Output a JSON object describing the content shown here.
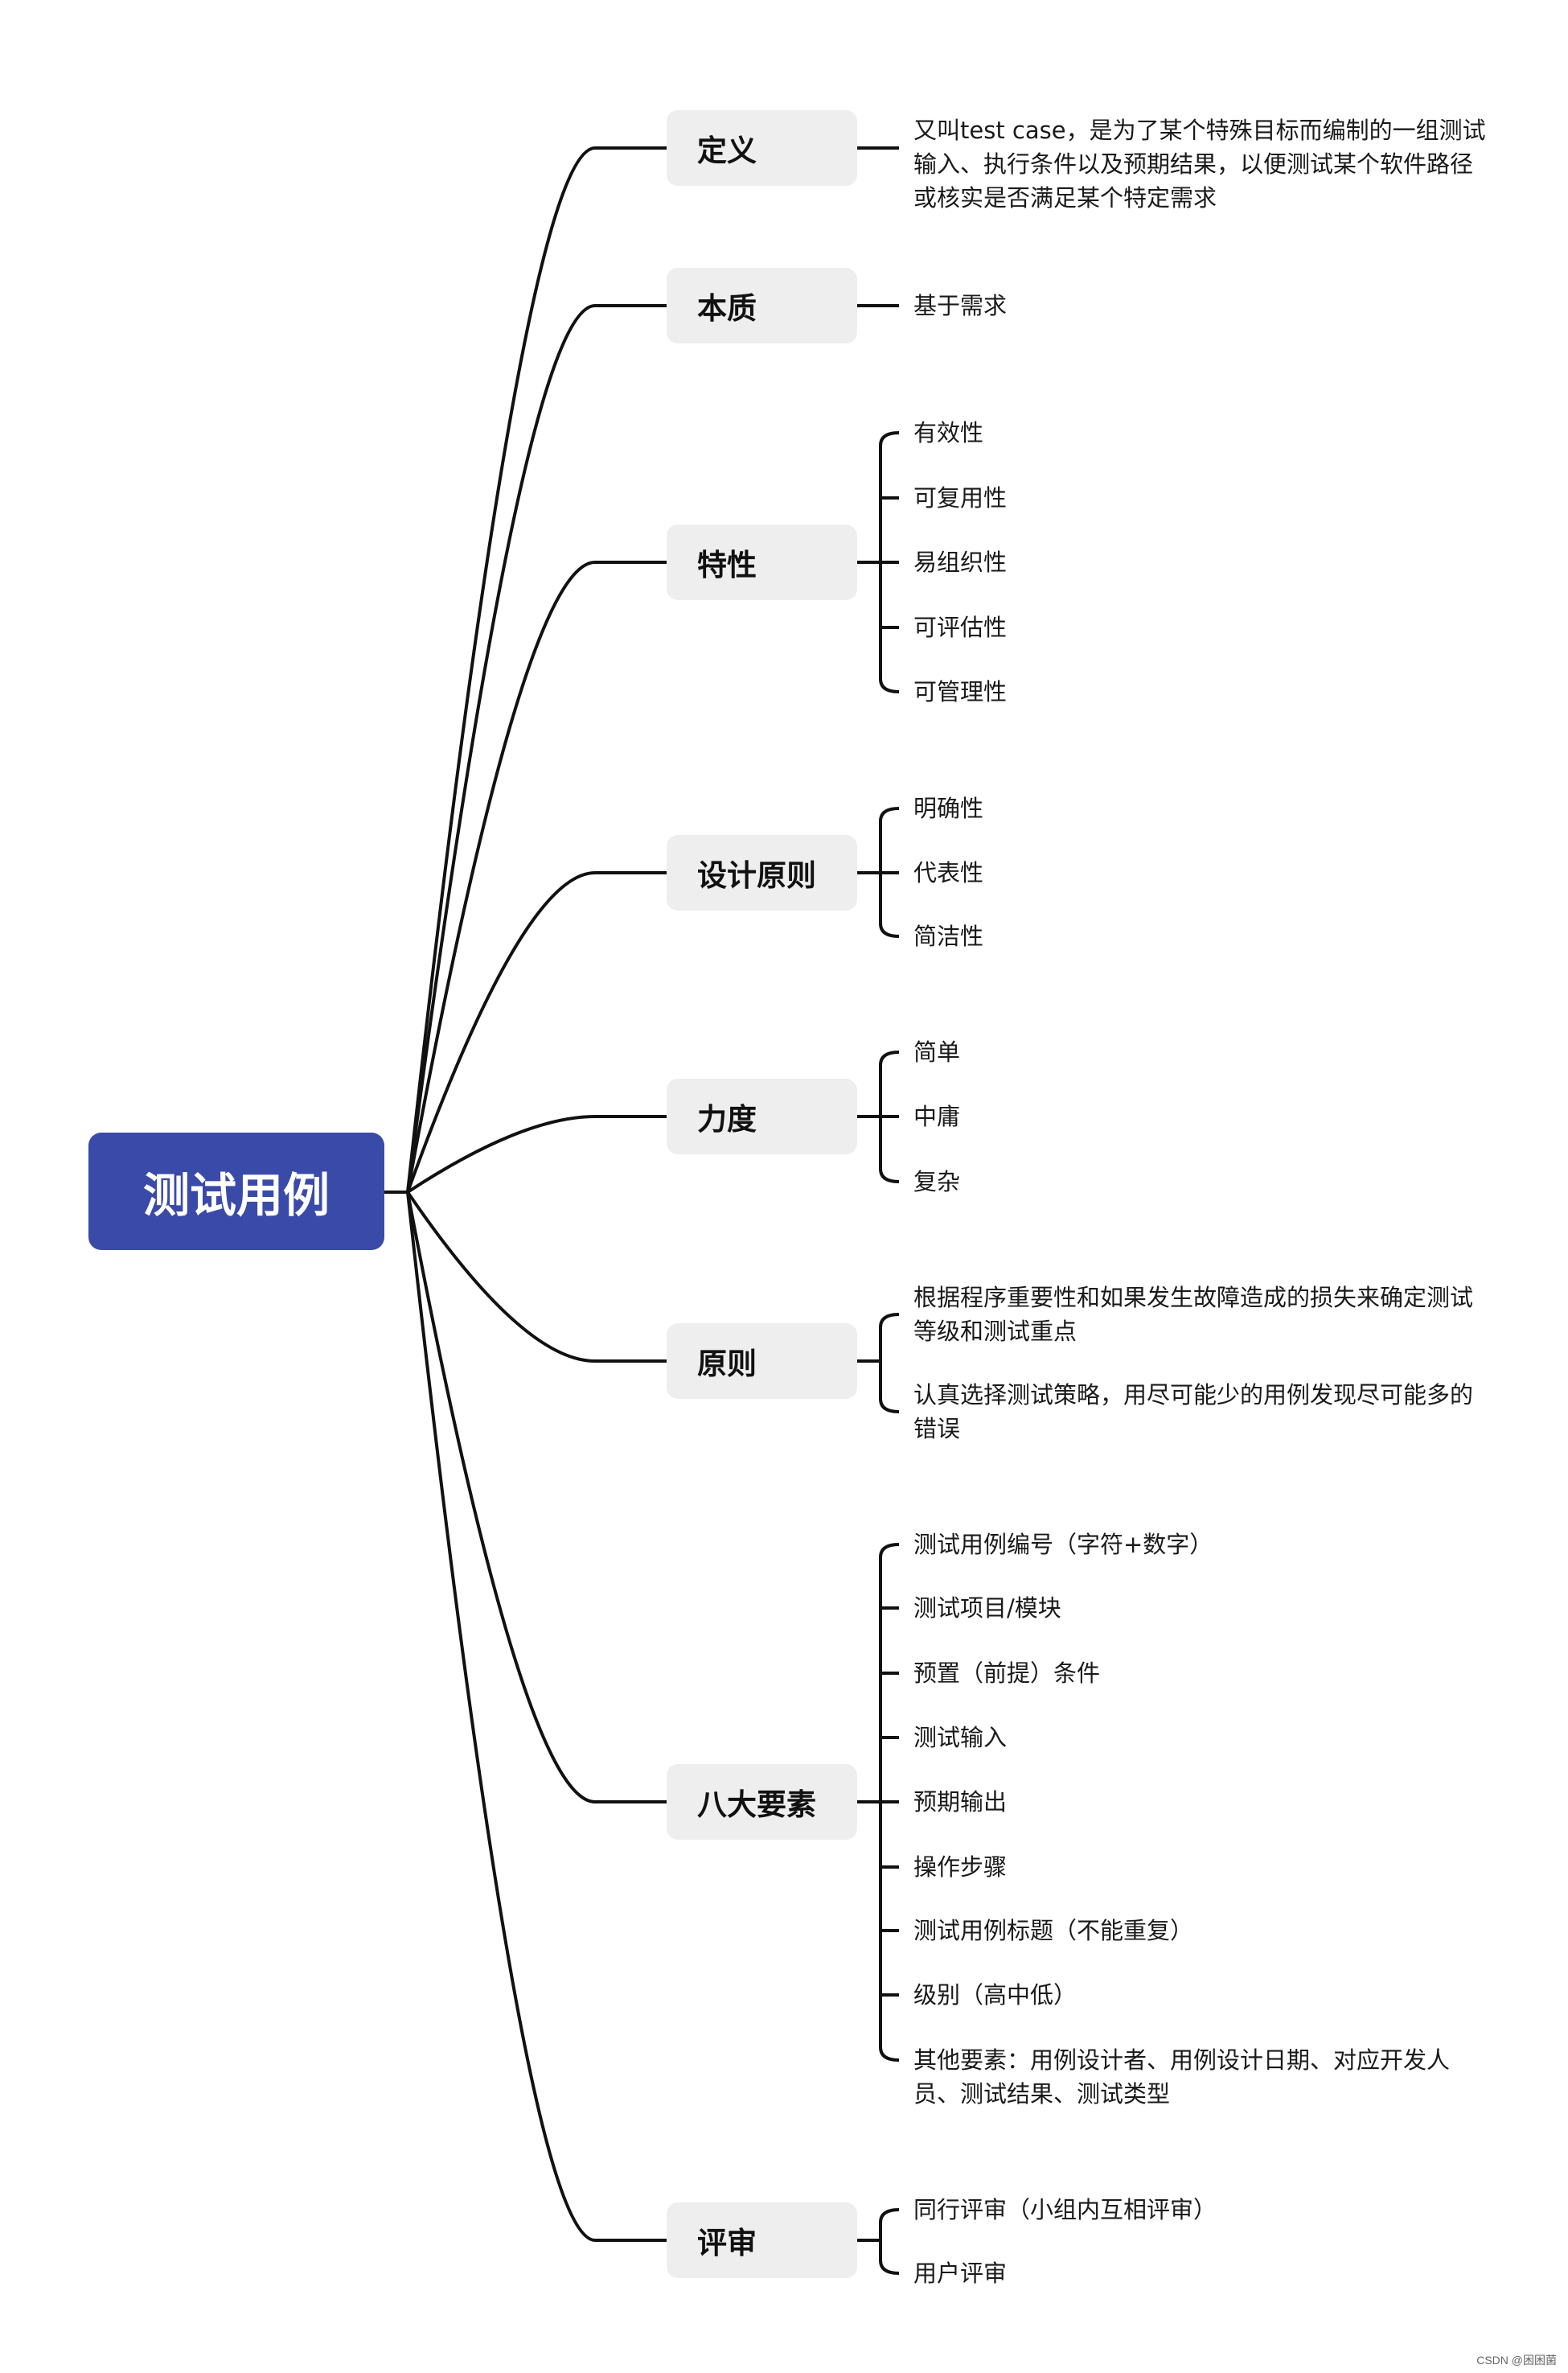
{
  "root": {
    "label": "测试用例"
  },
  "topics": [
    {
      "label": "定义",
      "children": [
        "又叫test case，是为了某个特殊目标而编制的一组测试输入、执行条件以及预期结果，以便测试某个软件路径或核实是否满足某个特定需求"
      ]
    },
    {
      "label": "本质",
      "children": [
        "基于需求"
      ]
    },
    {
      "label": "特性",
      "children": [
        "有效性",
        "可复用性",
        "易组织性",
        "可评估性",
        "可管理性"
      ]
    },
    {
      "label": "设计原则",
      "children": [
        "明确性",
        "代表性",
        "简洁性"
      ]
    },
    {
      "label": "力度",
      "children": [
        "简单",
        "中庸",
        "复杂"
      ]
    },
    {
      "label": "原则",
      "children": [
        "根据程序重要性和如果发生故障造成的损失来确定测试等级和测试重点",
        "认真选择测试策略，用尽可能少的用例发现尽可能多的错误"
      ]
    },
    {
      "label": "八大要素",
      "children": [
        "测试用例编号（字符+数字）",
        "测试项目/模块",
        "预置（前提）条件",
        "测试输入",
        "预期输出",
        "操作步骤",
        "测试用例标题（不能重复）",
        "级别（高中低）",
        "其他要素：用例设计者、用例设计日期、对应开发人员、测试结果、测试类型"
      ]
    },
    {
      "label": "评审",
      "children": [
        "同行评审（小组内互相评审）",
        "用户评审"
      ]
    }
  ],
  "watermark": "CSDN @困困菌",
  "colors": {
    "root_bg": "#3a4aa8",
    "topic_bg": "#eeeeee",
    "line": "#111111"
  }
}
